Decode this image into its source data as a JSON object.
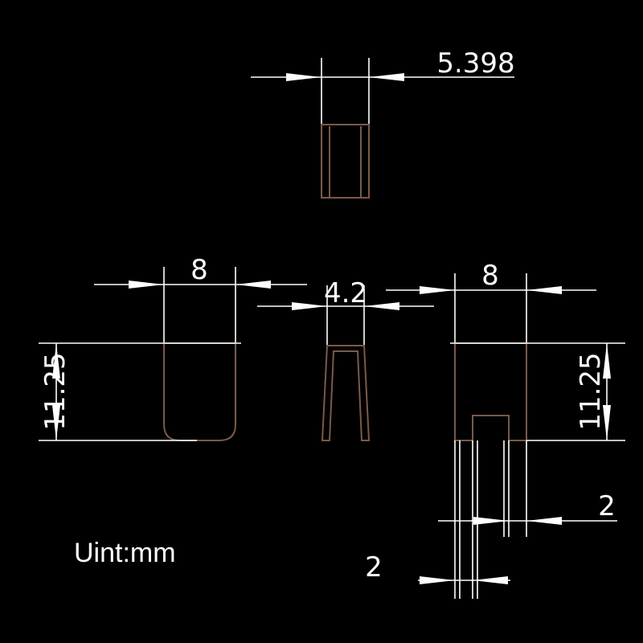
{
  "drawing": {
    "unit_label": "Uint:mm",
    "colors": {
      "background": "#000000",
      "dimension": "#ffffff",
      "outline": "#7a5a48"
    },
    "top_view": {
      "width_label": "5.398"
    },
    "left_view": {
      "width_label": "8",
      "height_label": "11.25"
    },
    "middle_view": {
      "width_label": "4.2"
    },
    "right_view": {
      "width_label": "8",
      "height_label": "11.25",
      "wall_label": "2",
      "slot_offset_label": "2"
    }
  }
}
